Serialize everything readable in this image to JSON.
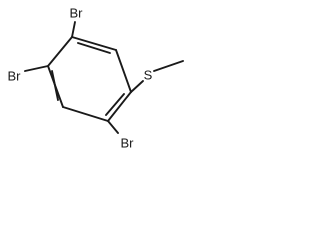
{
  "molecule": {
    "atoms": {
      "br_top": "Br",
      "br_left": "Br",
      "br_bottom": "Br",
      "sulfur": "S"
    }
  }
}
